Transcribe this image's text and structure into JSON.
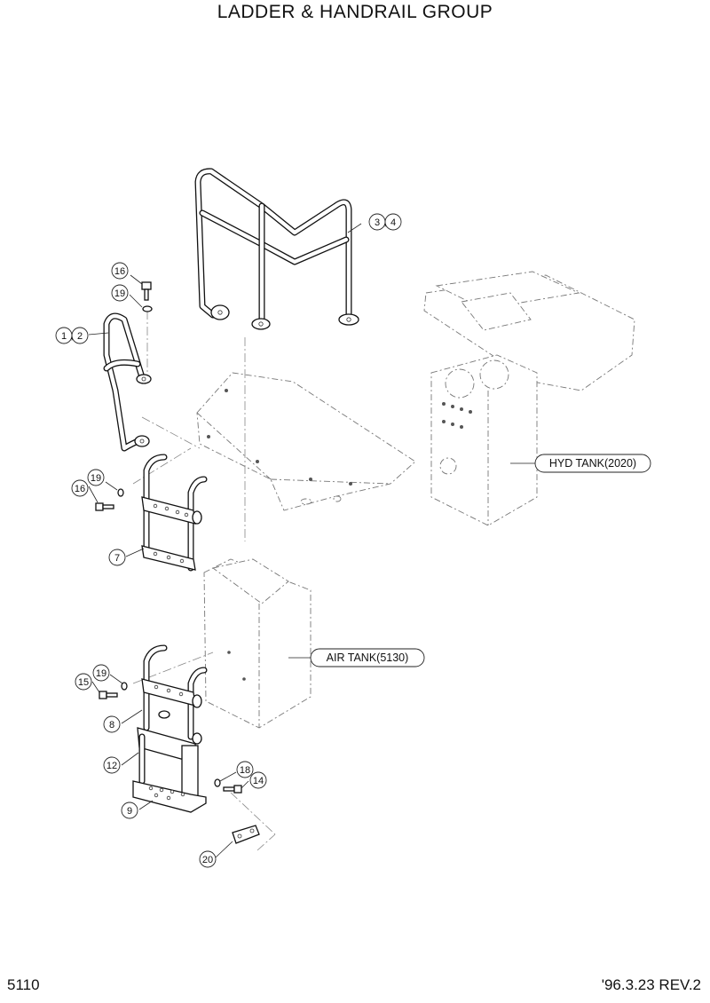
{
  "title": "LADDER & HANDRAIL GROUP",
  "page_number": "5110",
  "revision": "'96.3.23  REV.2",
  "callouts": {
    "c1_2": [
      "1",
      "2"
    ],
    "c3_4": [
      "3",
      "4"
    ],
    "c16a": "16",
    "c19a": "19",
    "c19b": "19",
    "c16b": "16",
    "c7": "7",
    "c19c": "19",
    "c15": "15",
    "c8": "8",
    "c12": "12",
    "c9": "9",
    "c18": "18",
    "c14": "14",
    "c20": "20"
  },
  "references": {
    "hyd_tank": "HYD TANK(2020)",
    "air_tank": "AIR TANK(5130)"
  }
}
